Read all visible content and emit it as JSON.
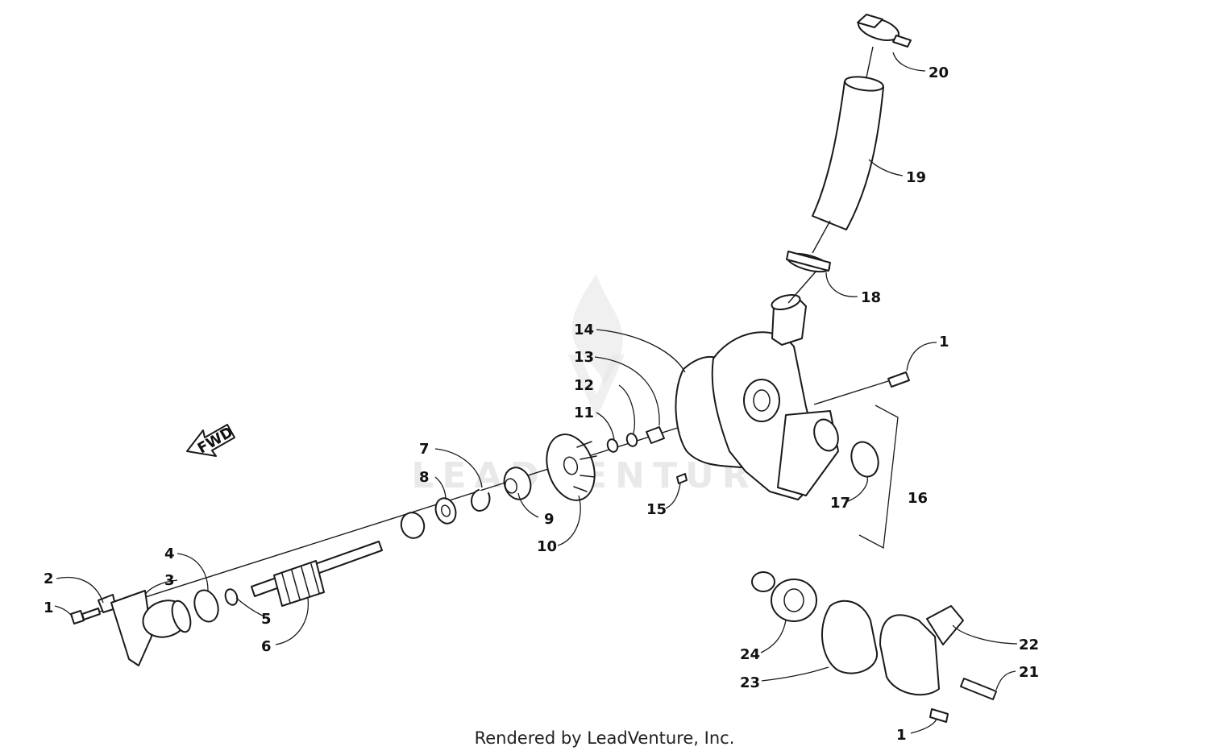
{
  "diagram": {
    "callouts": [
      {
        "id": "c1a",
        "label": "1"
      },
      {
        "id": "c2",
        "label": "2"
      },
      {
        "id": "c3",
        "label": "3"
      },
      {
        "id": "c4",
        "label": "4"
      },
      {
        "id": "c5",
        "label": "5"
      },
      {
        "id": "c6",
        "label": "6"
      },
      {
        "id": "c7",
        "label": "7"
      },
      {
        "id": "c8",
        "label": "8"
      },
      {
        "id": "c9",
        "label": "9"
      },
      {
        "id": "c10",
        "label": "10"
      },
      {
        "id": "c11",
        "label": "11"
      },
      {
        "id": "c12",
        "label": "12"
      },
      {
        "id": "c13",
        "label": "13"
      },
      {
        "id": "c14",
        "label": "14"
      },
      {
        "id": "c15",
        "label": "15"
      },
      {
        "id": "c16",
        "label": "16"
      },
      {
        "id": "c17",
        "label": "17"
      },
      {
        "id": "c18",
        "label": "18"
      },
      {
        "id": "c19",
        "label": "19"
      },
      {
        "id": "c20",
        "label": "20"
      },
      {
        "id": "c1b",
        "label": "1"
      },
      {
        "id": "c21",
        "label": "21"
      },
      {
        "id": "c22",
        "label": "22"
      },
      {
        "id": "c23",
        "label": "23"
      },
      {
        "id": "c24",
        "label": "24"
      },
      {
        "id": "c1c",
        "label": "1"
      }
    ],
    "fwd_label": "FWD",
    "watermark": "LEADVENTURE"
  },
  "footer": {
    "credit": "Rendered by LeadVenture, Inc."
  }
}
